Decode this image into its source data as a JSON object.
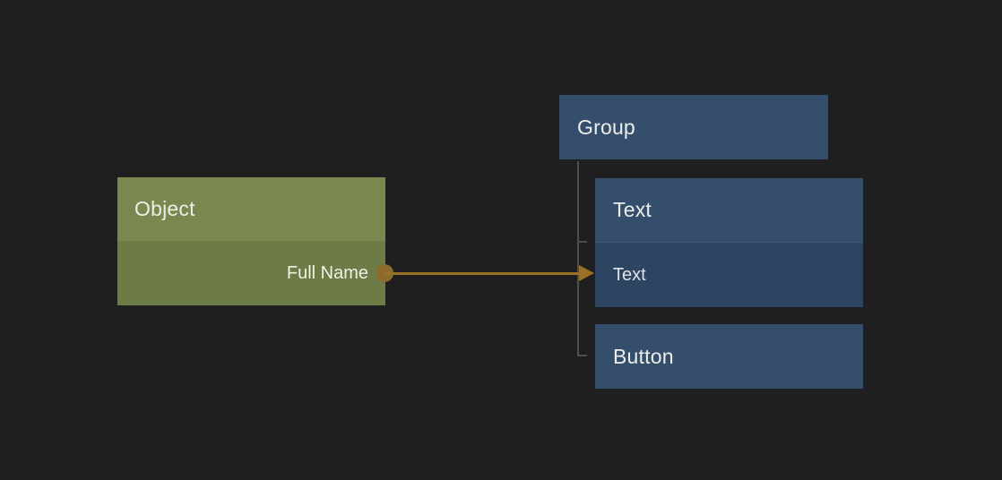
{
  "colors": {
    "canvas-bg": "#1f1f20",
    "olive-header": "#78884e",
    "olive-body": "#6d7c46",
    "olive-row-text": "#f1f0e8",
    "blue-header": "#344e6c",
    "blue-body": "#2e4561",
    "blue-row-text": "#dde2e8",
    "title-text": "#eceeea",
    "wire": "#9a7226",
    "port": "#8d6a2d",
    "tree-line": "#4f4f4f"
  },
  "nodes": {
    "object": {
      "title": "Object",
      "output_field": "Full Name"
    },
    "group": {
      "title": "Group"
    },
    "text": {
      "title": "Text",
      "bound_field": "Text"
    },
    "button": {
      "title": "Button"
    }
  },
  "connection": {
    "from": "Object / Full Name",
    "to": "Text / Text"
  },
  "hierarchy": {
    "parent": "Group",
    "children": [
      "Text",
      "Button"
    ]
  }
}
